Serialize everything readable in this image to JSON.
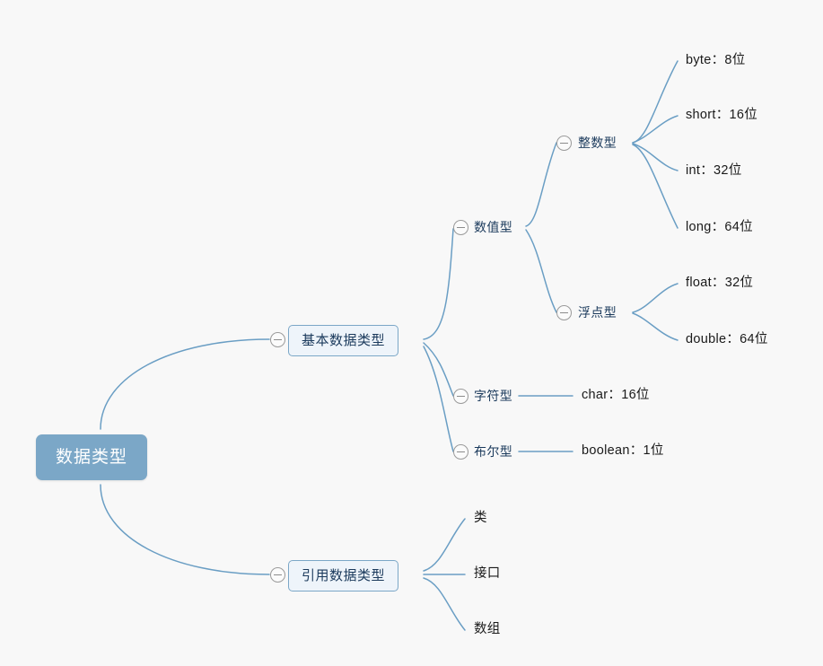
{
  "diagram": {
    "type": "mindmap",
    "title": "数据类型",
    "colors": {
      "background": "#f8f8f8",
      "root_fill": "#7ba7c7",
      "root_text": "#ffffff",
      "box_fill": "#eef4fa",
      "box_border": "#7ba7c7",
      "connector": "#6a9ec4",
      "node_text": "#1b3a5c",
      "leaf_text": "#1a1a1a",
      "toggle_stroke": "#9a9a9a"
    }
  },
  "nodes": {
    "root": {
      "label": "数据类型"
    },
    "basic": {
      "label": "基本数据类型"
    },
    "reference": {
      "label": "引用数据类型"
    },
    "numeric": {
      "label": "数值型"
    },
    "character": {
      "label": "字符型"
    },
    "boolean": {
      "label": "布尔型"
    },
    "integer": {
      "label": "整数型"
    },
    "floating": {
      "label": "浮点型"
    },
    "byte": {
      "label": "byte：8位"
    },
    "short": {
      "label": "short：16位"
    },
    "int": {
      "label": "int：32位"
    },
    "long": {
      "label": "long：64位"
    },
    "float": {
      "label": "float：32位"
    },
    "double": {
      "label": "double：64位"
    },
    "char": {
      "label": "char：16位"
    },
    "boolean_leaf": {
      "label": "boolean：1位"
    },
    "class": {
      "label": "类"
    },
    "interface": {
      "label": "接口"
    },
    "array": {
      "label": "数组"
    }
  }
}
